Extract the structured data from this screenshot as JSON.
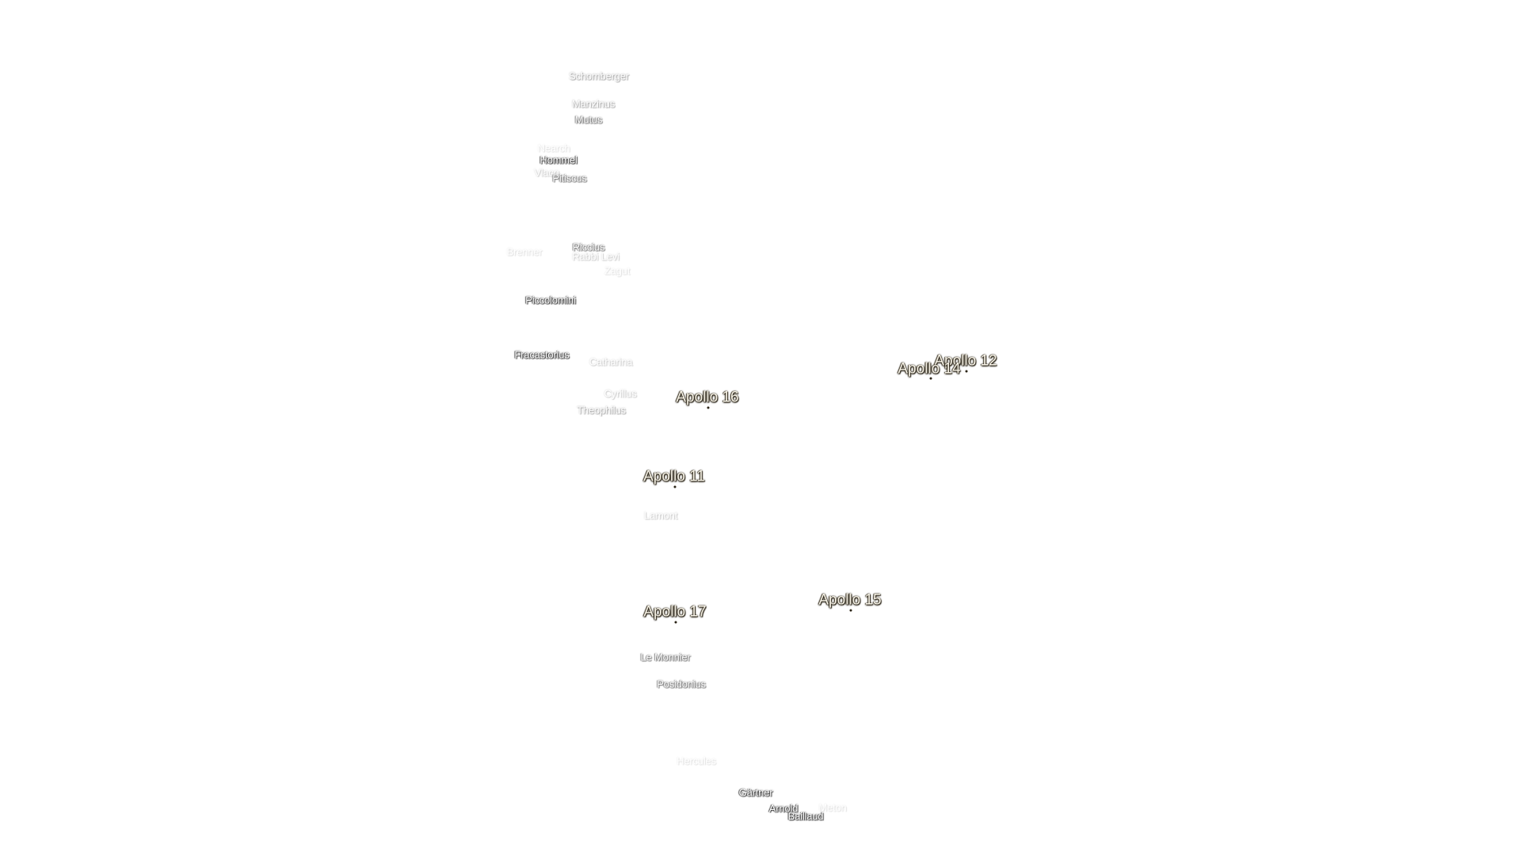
{
  "craters": [
    {
      "id": "schomberger",
      "name": "Schomberger"
    },
    {
      "id": "manzinus",
      "name": "Manzinus"
    },
    {
      "id": "mutus",
      "name": "Mutus"
    },
    {
      "id": "nearch",
      "name": "Nearch"
    },
    {
      "id": "hommel",
      "name": "Hommel"
    },
    {
      "id": "vlacq",
      "name": "Vlacq"
    },
    {
      "id": "pitiscus",
      "name": "Pitiscus"
    },
    {
      "id": "brenner",
      "name": "Brenner"
    },
    {
      "id": "riccius",
      "name": "Riccius"
    },
    {
      "id": "rabbi-levi",
      "name": "Rabbi Levi"
    },
    {
      "id": "zagut",
      "name": "Zagut"
    },
    {
      "id": "piccolomini",
      "name": "Piccolomini"
    },
    {
      "id": "fracastorius",
      "name": "Fracastorius"
    },
    {
      "id": "catharina",
      "name": "Catharina"
    },
    {
      "id": "cyrillus",
      "name": "Cyrillus"
    },
    {
      "id": "theophilus",
      "name": "Theophilus"
    },
    {
      "id": "lamont",
      "name": "Lamont"
    },
    {
      "id": "le-monnier",
      "name": "Le Monnier"
    },
    {
      "id": "posidonius",
      "name": "Posidonius"
    },
    {
      "id": "hercules",
      "name": "Hercules"
    },
    {
      "id": "gartner",
      "name": "Gärtner"
    },
    {
      "id": "arnold",
      "name": "Arnold"
    },
    {
      "id": "baillaud",
      "name": "Baillaud"
    },
    {
      "id": "meton",
      "name": "Meton"
    }
  ],
  "landing_sites": [
    {
      "id": "apollo-12",
      "name": "Apollo 12"
    },
    {
      "id": "apollo-14",
      "name": "Apollo 14"
    },
    {
      "id": "apollo-16",
      "name": "Apollo 16"
    },
    {
      "id": "apollo-11",
      "name": "Apollo 11"
    },
    {
      "id": "apollo-15",
      "name": "Apollo 15"
    },
    {
      "id": "apollo-17",
      "name": "Apollo 17"
    }
  ]
}
